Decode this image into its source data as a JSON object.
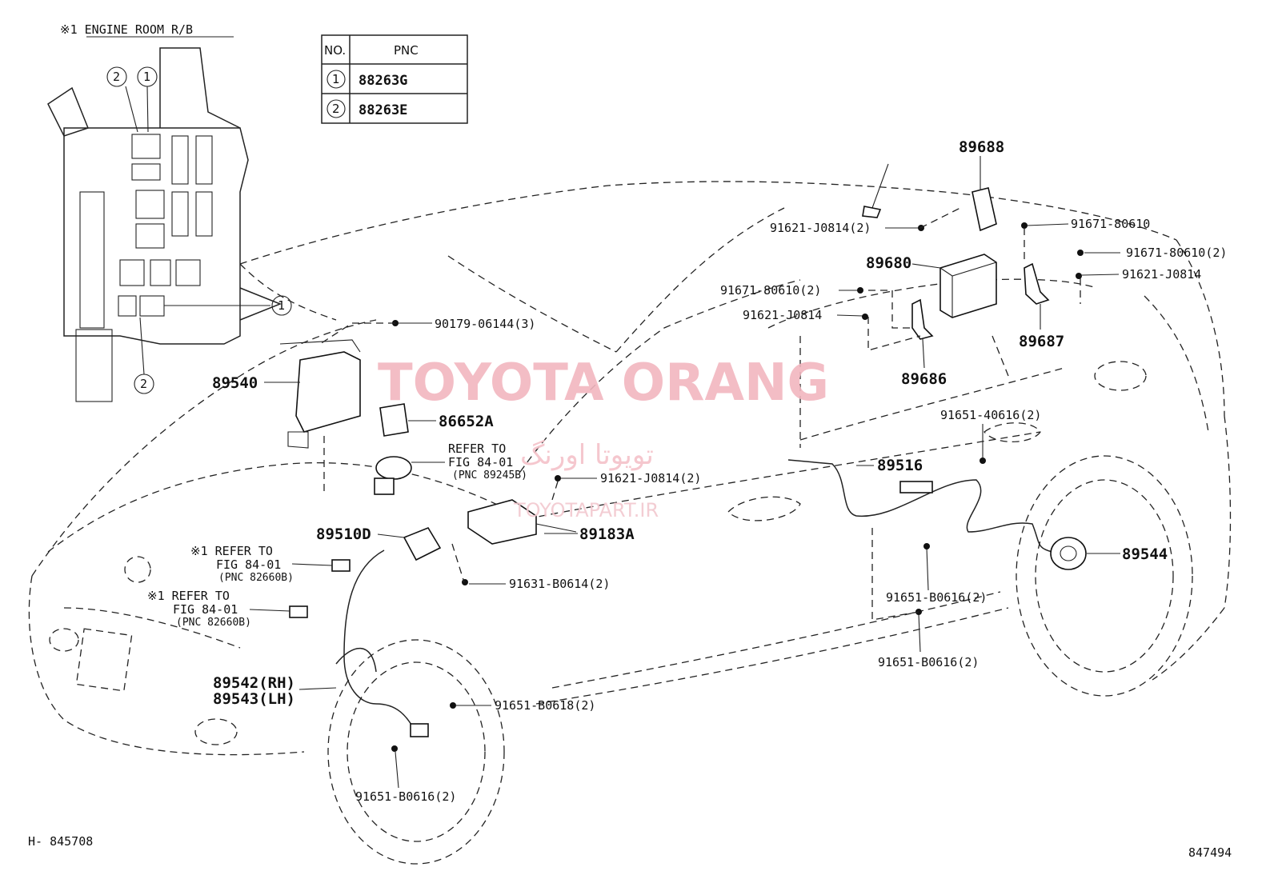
{
  "inset": {
    "title": "※1 ENGINE ROOM R/B",
    "callout_1": "1",
    "callout_2": "2"
  },
  "pnc_table": {
    "header_no": "NO.",
    "header_pnc": "PNC",
    "rows": [
      {
        "no": "1",
        "pnc": "88263G"
      },
      {
        "no": "2",
        "pnc": "88263E"
      }
    ]
  },
  "labels": {
    "p89688": "89688",
    "p91671_80610_a": "91671-80610",
    "p91621_J0814_2_top": "91621-J0814(2)",
    "p91671_80610_2_right": "91671-80610(2)",
    "p89680": "89680",
    "p91621_J0814_right": "91621-J0814",
    "p91671_80610_2_mid": "91671-80610(2)",
    "p91621_J0814_mid": "91621-J0814",
    "p89687": "89687",
    "p90179_06144": "90179-06144(3)",
    "p89686": "89686",
    "p89540": "89540",
    "p86652A": "86652A",
    "p91651_40616": "91651-40616(2)",
    "refer_to_1": "REFER TO",
    "fig_1": "FIG 84-01",
    "pnc_1": "(PNC 89245B)",
    "p89516": "89516",
    "p91621_J0814_2_lower": "91621-J0814(2)",
    "p89510D": "89510D",
    "p89183A": "89183A",
    "refer_to_2": "※1 REFER TO",
    "fig_2": "FIG 84-01",
    "pnc_2": "(PNC 82660B)",
    "p89544": "89544",
    "p91631_B0614": "91631-B0614(2)",
    "refer_to_3": "※1 REFER TO",
    "fig_3": "FIG 84-01",
    "pnc_3": "(PNC 82660B)",
    "p91651_B0616_2_mid": "91651-B0616(2)",
    "p91651_B0616_2_low": "91651-B0616(2)",
    "p89542": "89542(RH)",
    "p89543": "89543(LH)",
    "p91651_B0618": "91651-B0618(2)",
    "p91651_B0616_2_bottom": "91651-B0616(2)",
    "code_left": "H- 845708",
    "code_right": "847494"
  },
  "watermark": {
    "line1": "TOYOTA ORANG",
    "line2": "تويوتا اورنگ",
    "line3": "TOYOTAPART.IR"
  }
}
